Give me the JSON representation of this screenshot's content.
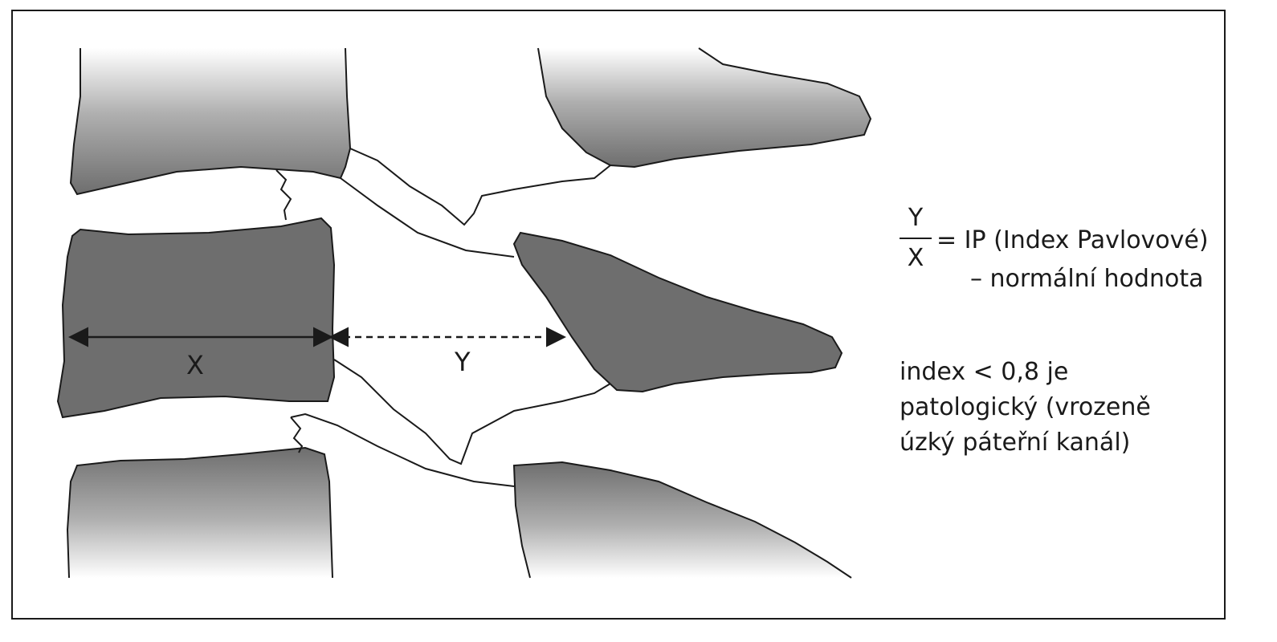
{
  "diagram": {
    "x_label": "X",
    "y_label": "Y"
  },
  "formula": {
    "numerator": "Y",
    "denominator": "X",
    "equals_text": "= IP (Index Pavlovové)",
    "continuation": "– normální hodnota"
  },
  "note": {
    "line1": "index < 0,8 je",
    "line2": "patologický (vrozeně",
    "line3": "úzký páteřní kanál)"
  },
  "colors": {
    "bone_fill": "#6e6e6e",
    "outline": "#1a1a1a",
    "background": "#ffffff"
  }
}
